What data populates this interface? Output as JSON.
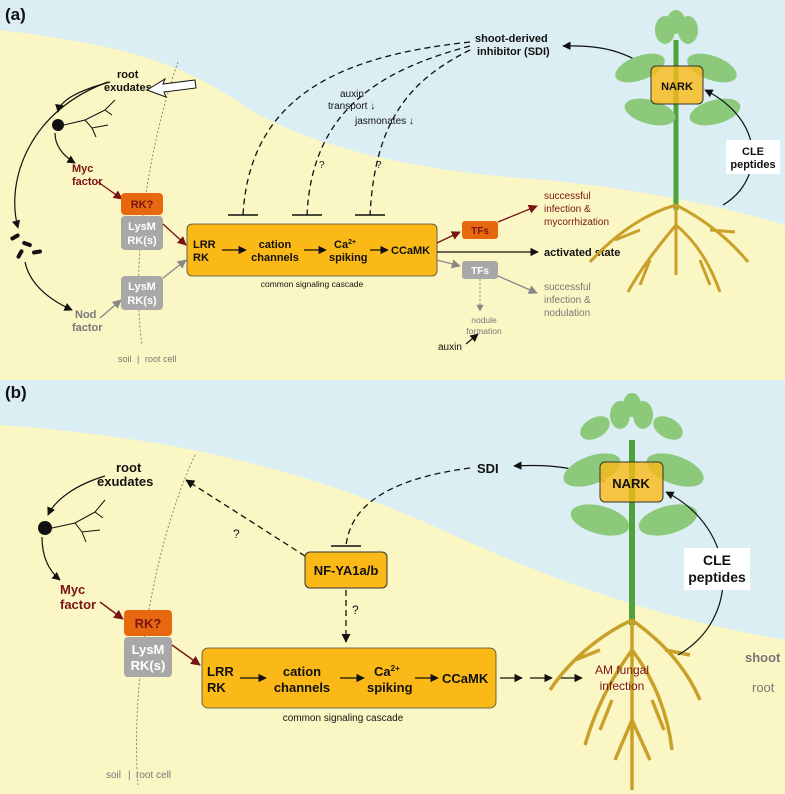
{
  "colors": {
    "sky": "#dbeef3",
    "soil": "#fbf7c4",
    "cascade_box": "#fbb917",
    "rk_box": "#e8680f",
    "lysm_box": "#a8a8a8",
    "tf_orange": "#e8680f",
    "tf_grey": "#a8a8a8",
    "dark_red_text": "#7a1414",
    "root": "#c9a02a",
    "stem": "#4fa33a",
    "leaf": "#8cc97a"
  },
  "panel_a": {
    "label": "(a)",
    "root_exudates": [
      "root",
      "exudates"
    ],
    "myc_factor": [
      "Myc",
      "factor"
    ],
    "nod_factor": [
      "Nod",
      "factor"
    ],
    "rk_q": "RK?",
    "lysm_1": [
      "LysM",
      "RK(s)"
    ],
    "lysm_2": [
      "LysM",
      "RK(s)"
    ],
    "cascade": {
      "lrr": [
        "LRR",
        "RK"
      ],
      "cation": [
        "cation",
        "channels"
      ],
      "ca": "Ca",
      "ca_sup": "2+",
      "spiking": "spiking",
      "ccamk": "CCaMK",
      "caption": "common signaling cascade"
    },
    "tfs_1": "TFs",
    "tfs_2": "TFs",
    "outcome_myc": [
      "successful",
      "infection &",
      "mycorrhization"
    ],
    "activated": "activated state",
    "outcome_nod": [
      "successful",
      "infection &",
      "nodulation"
    ],
    "nodule_formation": [
      "nodule",
      "formation"
    ],
    "auxin": "auxin",
    "sdi": [
      "shoot-derived",
      "inhibitor (SDI)"
    ],
    "auxin_transport": [
      "auxin",
      "transport ↓"
    ],
    "jasmonates": "jasmonates ↓",
    "question_1": "?",
    "question_2": "?",
    "nark": "NARK",
    "cle": [
      "CLE",
      "peptides"
    ],
    "soil": "soil",
    "root_cell": "root cell"
  },
  "panel_b": {
    "label": "(b)",
    "root_exudates": [
      "root",
      "exudates"
    ],
    "myc_factor": [
      "Myc",
      "factor"
    ],
    "rk_q": "RK?",
    "lysm": [
      "LysM",
      "RK(s)"
    ],
    "cascade": {
      "lrr": [
        "LRR",
        "RK"
      ],
      "cation": [
        "cation",
        "channels"
      ],
      "ca": "Ca",
      "ca_sup": "2+",
      "spiking": "spiking",
      "ccamk": "CCaMK",
      "caption": "common signaling cascade"
    },
    "nfya": "NF-YA1a/b",
    "question_1": "?",
    "question_2": "?",
    "sdi": "SDI",
    "nark": "NARK",
    "cle": [
      "CLE",
      "peptides"
    ],
    "am_fungal": [
      "AM fungal",
      "infection"
    ],
    "shoot": "shoot",
    "root": "root",
    "soil": "soil",
    "root_cell": "root cell"
  }
}
